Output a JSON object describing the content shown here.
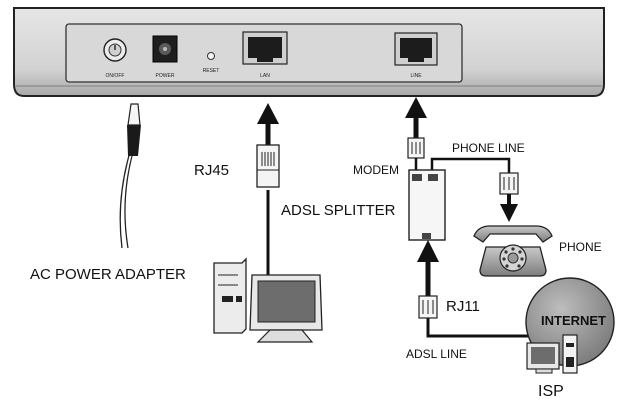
{
  "device": {
    "rear_ports": {
      "onoff": "ON/OFF",
      "power": "POWER",
      "reset": "RESET",
      "lan": "LAN",
      "line": "LINE"
    }
  },
  "labels": {
    "rj45": "RJ45",
    "modem": "MODEM",
    "phone_line": "PHONE LINE",
    "adsl_splitter": "ADSL SPLITTER",
    "phone": "PHONE",
    "ac_power_adapter": "AC POWER ADAPTER",
    "rj11": "RJ11",
    "internet": "INTERNET",
    "adsl_line": "ADSL LINE",
    "isp": "ISP"
  }
}
